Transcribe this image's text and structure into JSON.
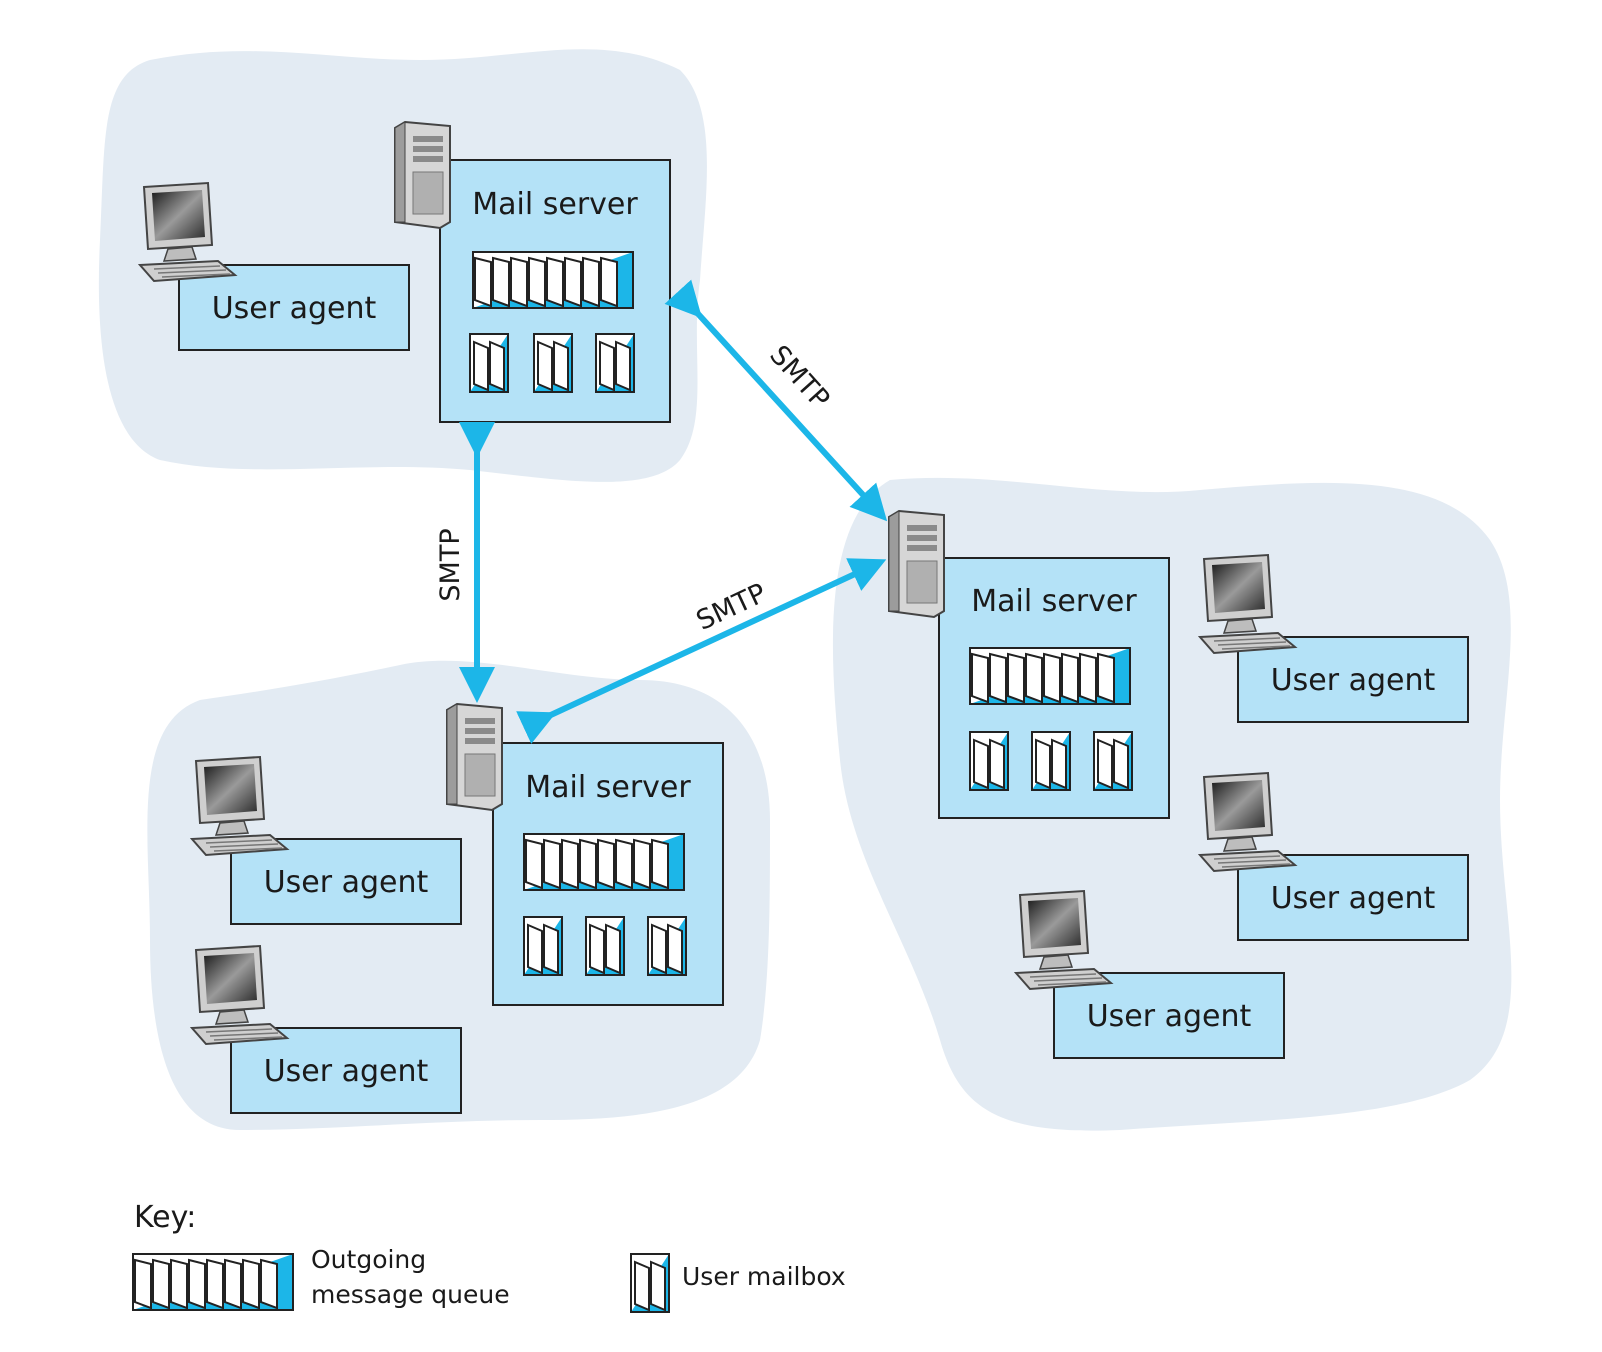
{
  "colors": {
    "cloud": "#e3ebf3",
    "box": "#b4e2f7",
    "accent": "#1cb6e8",
    "outline": "#222222"
  },
  "servers": [
    {
      "label": "Mail server",
      "icon": "server-tower-icon"
    },
    {
      "label": "Mail server",
      "icon": "server-tower-icon"
    },
    {
      "label": "Mail server",
      "icon": "server-tower-icon"
    }
  ],
  "user_agents": [
    {
      "label": "User agent",
      "icon": "computer-monitor-icon"
    },
    {
      "label": "User agent",
      "icon": "computer-monitor-icon"
    },
    {
      "label": "User agent",
      "icon": "computer-monitor-icon"
    },
    {
      "label": "User agent",
      "icon": "computer-monitor-icon"
    },
    {
      "label": "User agent",
      "icon": "computer-monitor-icon"
    },
    {
      "label": "User agent",
      "icon": "computer-monitor-icon"
    }
  ],
  "links": [
    {
      "label": "SMTP"
    },
    {
      "label": "SMTP"
    },
    {
      "label": "SMTP"
    }
  ],
  "key": {
    "title": "Key:",
    "queue_line1": "Outgoing",
    "queue_line2": "message queue",
    "mailbox": "User mailbox"
  }
}
